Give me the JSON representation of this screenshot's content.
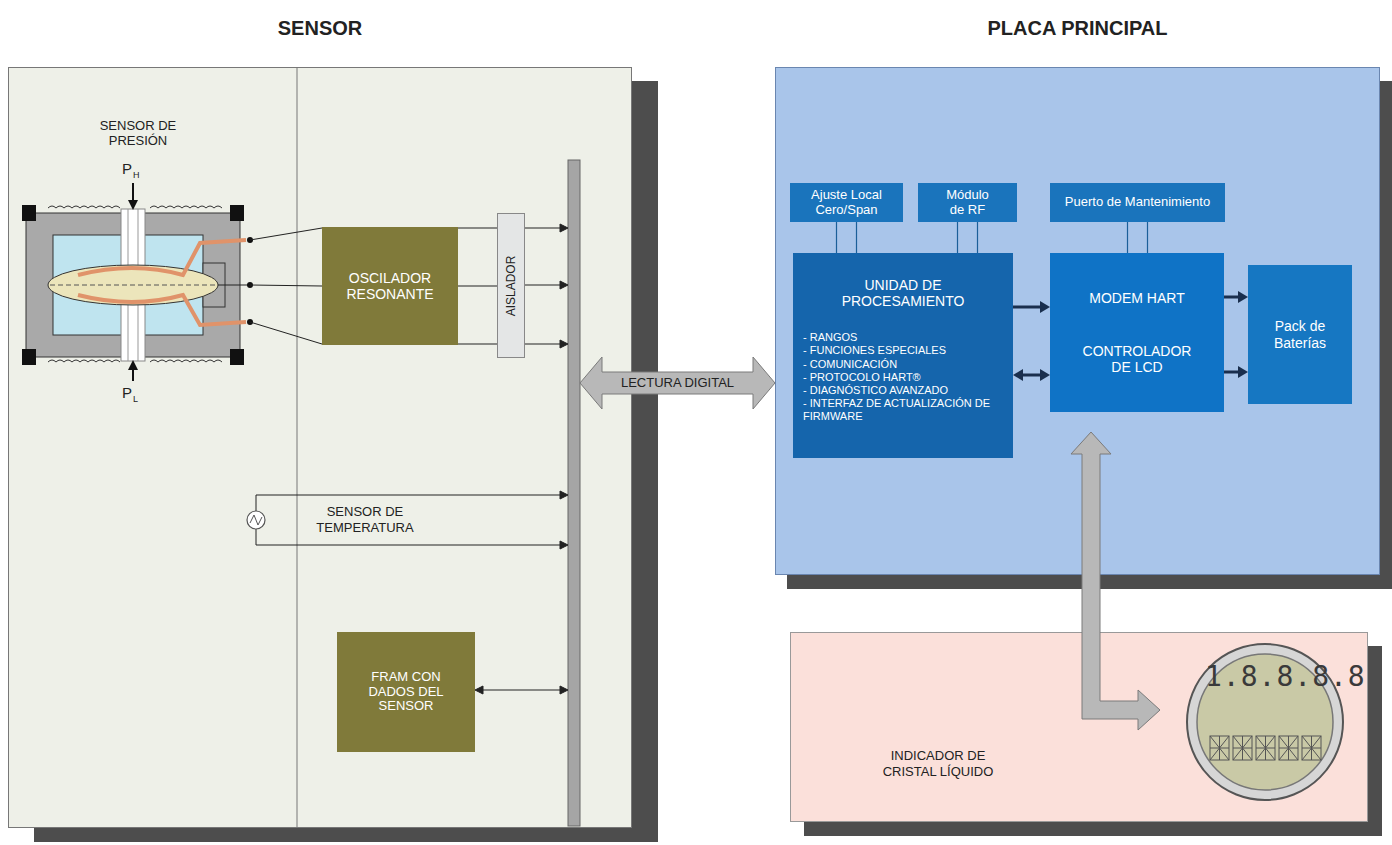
{
  "diagram": {
    "nodes": [
      {
        "text": [
          "SENSOR"
        ]
      },
      {
        "text": [
          "SENSOR DE PRESIÓN"
        ],
        "in": 0
      },
      {
        "text": [
          "OSCILADOR RESONANTE"
        ],
        "in": 0
      },
      {
        "text": [
          "AISLADOR"
        ],
        "in": 0
      },
      {
        "text": [
          "FRAM CON DADOS DEL SENSOR"
        ],
        "in": 0
      },
      {
        "text": [
          "PLACA PRINCIPAL"
        ]
      },
      {
        "text": [
          "Ajuste Local Cero/Span"
        ],
        "in": 5
      },
      {
        "text": [
          "Módulo de RF"
        ],
        "in": 5
      },
      {
        "text": [
          "Puerto de Mantenimiento"
        ],
        "in": 5
      },
      {
        "text": [
          "UNIDAD DE PROCESAMIENTO",
          "- RANGOS",
          "- FUNCIONES ESPECIALES",
          "- COMUNICACIÓN",
          "- PROTOCOLO HART®",
          "- DIAGNÓSTICO AVANZADO",
          "- INTERFAZ DE ACTUALIZACIÓN DE FIRMWARE"
        ],
        "in": 5
      },
      {
        "text": [
          "MODEM HART",
          "CONTROLADOR DE LCD"
        ],
        "in": 5
      },
      {
        "text": [
          "Pack de Baterías"
        ],
        "in": 5
      },
      {
        "text": [
          "INDICADOR DE CRISTAL LÍQUIDO"
        ]
      }
    ],
    "edges": [
      {
        "from": 0,
        "to": 5,
        "label": "LECTURA DIGITAL",
        "arrow": "both"
      },
      {
        "from": 1,
        "to": 2,
        "arrow": "none"
      },
      {
        "from": 2,
        "to": 3,
        "arrow": "none"
      },
      {
        "from": 6,
        "to": 9,
        "arrow": "none"
      },
      {
        "from": 7,
        "to": 9,
        "arrow": "none"
      },
      {
        "from": 8,
        "to": 10,
        "arrow": "none"
      },
      {
        "from": 9,
        "to": 10,
        "arrow": "to"
      },
      {
        "from": 9,
        "to": 10,
        "arrow": "both"
      },
      {
        "from": 10,
        "to": 11,
        "arrow": "to"
      },
      {
        "from": 10,
        "to": 11,
        "arrow": "to"
      },
      {
        "from": 10,
        "to": 12,
        "arrow": "both"
      }
    ],
    "labels": [
      "P",
      "H",
      "P",
      "L",
      "SENSOR DE TEMPERATURA",
      "1.8.8.8.8"
    ]
  }
}
